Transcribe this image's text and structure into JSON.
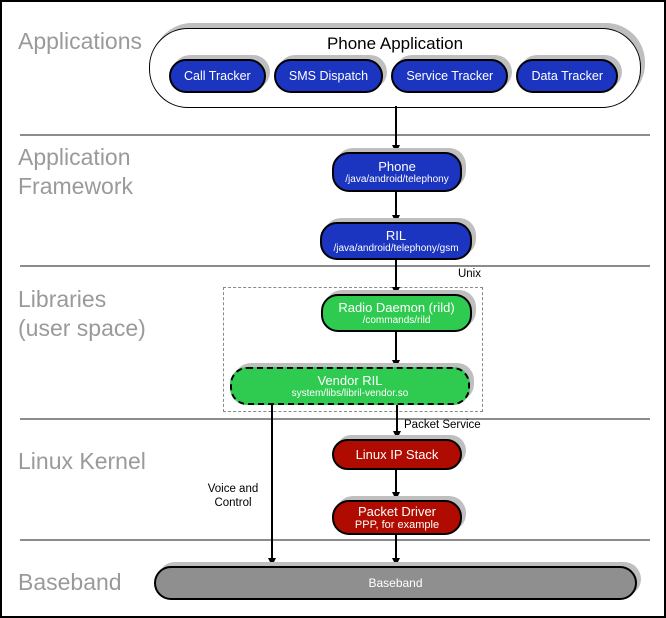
{
  "colors": {
    "blue": "#1b35c0",
    "green": "#2fcb50",
    "red": "#b00b00",
    "gray_pill": "#8f8f8f",
    "shadow": "#bfbfbf",
    "divider": "#8c8c8c",
    "label_gray": "#9a9a9a"
  },
  "side_labels": [
    {
      "line1": "Applications",
      "line2": ""
    },
    {
      "line1": "Application",
      "line2": "Framework"
    },
    {
      "line1": "Libraries",
      "line2": "(user space)"
    },
    {
      "line1": "Linux Kernel",
      "line2": ""
    },
    {
      "line1": "Baseband",
      "line2": ""
    }
  ],
  "applications": {
    "container_title": "Phone Application",
    "pills": [
      "Call Tracker",
      "SMS Dispatch",
      "Service Tracker",
      "Data Tracker"
    ]
  },
  "framework": {
    "phone": {
      "title": "Phone",
      "subtitle": "/java/android/telephony"
    },
    "ril": {
      "title": "RIL",
      "subtitle": "/java/android/telephony/gsm"
    }
  },
  "libraries": {
    "unix_label": "Unix",
    "radio_daemon": {
      "title": "Radio Daemon (rild)",
      "subtitle": "/commands/rild"
    },
    "vendor_ril": {
      "title": "Vendor RIL",
      "subtitle": "system/libs/libril-vendor.so"
    }
  },
  "kernel": {
    "packet_service_label": "Packet Service",
    "voice_label_line1": "Voice and",
    "voice_label_line2": "Control",
    "ip_stack": {
      "title": "Linux IP Stack"
    },
    "packet_driver": {
      "title": "Packet Driver",
      "subtitle": "PPP, for example"
    }
  },
  "baseband": {
    "title": "Baseband"
  }
}
